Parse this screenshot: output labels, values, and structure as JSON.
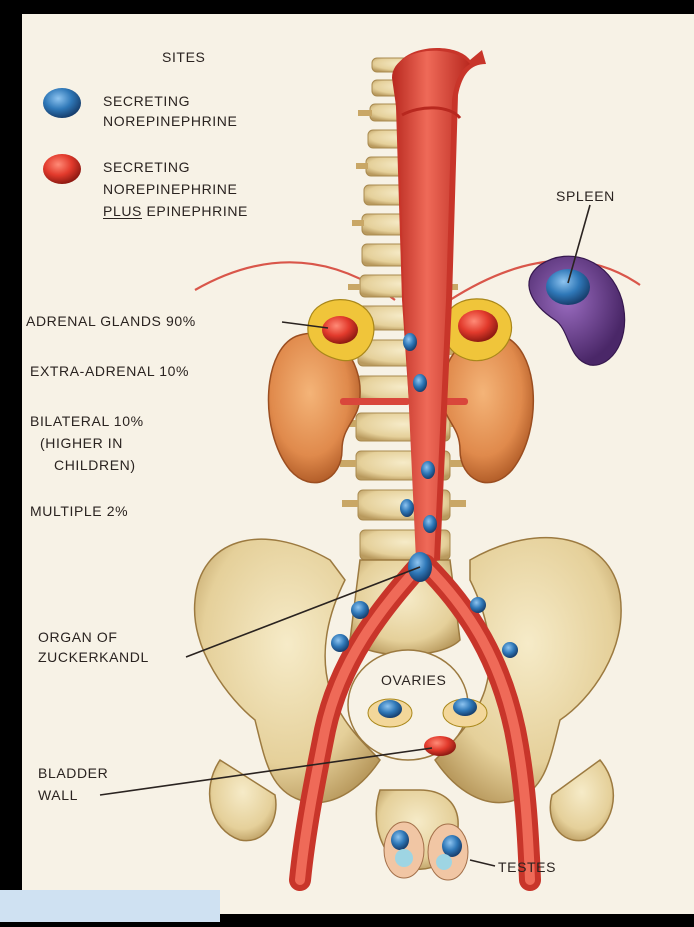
{
  "legend": {
    "title": "SITES",
    "items": [
      {
        "color": "#2f78b8",
        "lines": [
          "SECRETING",
          "NOREPINEPHRINE"
        ]
      },
      {
        "color": "#e23a2c",
        "lines": [
          "SECRETING",
          "NOREPINEPHRINE"
        ],
        "line3_underlined": "PLUS",
        "line3_rest": " EPINEPHRINE"
      }
    ]
  },
  "labels": {
    "spleen": "SPLEEN",
    "adrenal_glands": "ADRENAL GLANDS 90%",
    "extra_adrenal": "EXTRA-ADRENAL 10%",
    "bilateral": [
      "BILATERAL 10%",
      "(HIGHER IN",
      "CHILDREN)"
    ],
    "multiple": "MULTIPLE 2%",
    "organ_of_zuckerkandl": [
      "ORGAN OF",
      "ZUCKERKANDL"
    ],
    "ovaries": "OVARIES",
    "bladder_wall": [
      "BLADDER",
      "WALL"
    ],
    "testes": "TESTES"
  },
  "colors": {
    "background": "#f7f2e6",
    "aorta": "#e0473c",
    "bone": "#e9d9a8",
    "kidney": "#e08a4c",
    "spleen": "#6a3e8c",
    "tumor_blue": "#2f78b8",
    "tumor_red": "#e23a2c"
  }
}
